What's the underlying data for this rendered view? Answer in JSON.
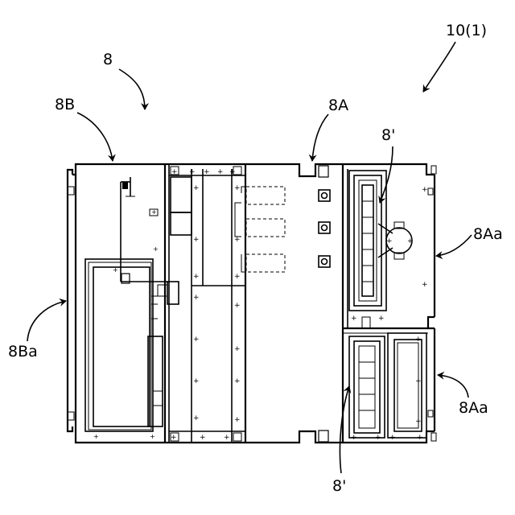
{
  "labels": {
    "device": "10(1)",
    "whole": "8",
    "left_panel": "8B",
    "right_panel": "8A",
    "unit_top": "8'",
    "unit_bottom": "8'",
    "flange_right_top": "8Aa",
    "flange_right_bottom": "8Aa",
    "flange_left": "8Ba"
  }
}
